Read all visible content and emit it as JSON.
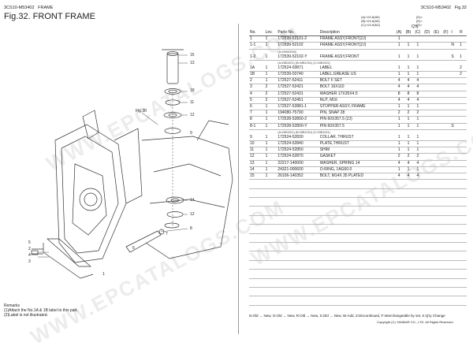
{
  "header": {
    "model": "3CS10-M53402",
    "section": "FRAME",
    "figure": "Fig.32.  FRONT FRAME",
    "right_model": "3CS10-M53402",
    "right_fig": "Fig.32"
  },
  "variant_codes": [
    "(A)=V4-6(A5)",
    "(B)=V4-6(A5)",
    "(C)=V4-6(N2)"
  ],
  "variant_codes2": [
    "(D)=",
    "(E)=",
    "(F)="
  ],
  "table": {
    "headers": {
      "no": "No.",
      "lev": "Lev.",
      "pn": "Parts No.",
      "desc": "Description",
      "qty": "Q'ty",
      "i": "I",
      "r": "R"
    },
    "qty_cols": [
      "(A)",
      "(B)",
      "(C)",
      "(D)",
      "(E)",
      "(F)"
    ],
    "rows": [
      {
        "no": "1",
        "lev": "1",
        "pn": "172539-52101-2",
        "desc": "FRAME ASSY,FRONT(2J)",
        "q": [
          "1",
          "",
          "",
          "",
          "",
          ""
        ],
        "i": "",
        "r": ""
      },
      {
        "no": "1-1",
        "lev": "1",
        "pn": "172539-52102",
        "desc": "FRAME ASSY,FRONT(2J)",
        "q": [
          "1",
          "1",
          "1",
          "",
          "",
          ""
        ],
        "i": "N",
        "r": "1"
      },
      {
        "sub": "(A>MH60000)"
      },
      {
        "no": "1-2",
        "lev": "1",
        "pn": "172539-52102-Y",
        "desc": "FRAME ASSY,FRONT",
        "q": [
          "1",
          "1",
          "1",
          "",
          "",
          ""
        ],
        "i": "S",
        "r": "1"
      },
      {
        "sub": "(A>MB1001)            (B>MB1001)            (C>MB1001)"
      },
      {
        "no": "1A",
        "lev": "1",
        "pn": "172524-03871",
        "desc": "LABEL",
        "q": [
          "1",
          "1",
          "1",
          "",
          "",
          ""
        ],
        "i": "",
        "r": "2"
      },
      {
        "no": "1B",
        "lev": "1",
        "pn": "172539-03740",
        "desc": "LABEL,GREASE US",
        "q": [
          "1",
          "1",
          "1",
          "",
          "",
          ""
        ],
        "i": "",
        "r": "2"
      },
      {
        "no": "2",
        "lev": "1",
        "pn": "172527-52411",
        "desc": "BOLT F SET",
        "q": [
          "4",
          "4",
          "4",
          "",
          "",
          ""
        ],
        "i": "",
        "r": ""
      },
      {
        "no": "3",
        "lev": "2",
        "pn": "172527-52421",
        "desc": "BOLT 16X110",
        "q": [
          "4",
          "4",
          "4",
          "",
          "",
          ""
        ],
        "i": "",
        "r": ""
      },
      {
        "no": "4",
        "lev": "2",
        "pn": "172527-52431",
        "desc": "WASHER 17X35X4.5",
        "q": [
          "8",
          "8",
          "8",
          "",
          "",
          ""
        ],
        "i": "",
        "r": ""
      },
      {
        "no": "5",
        "lev": "2",
        "pn": "172527-52451",
        "desc": "NUT, M16",
        "q": [
          "4",
          "4",
          "4",
          "",
          "",
          ""
        ],
        "i": "",
        "r": ""
      },
      {
        "no": "6",
        "lev": "1",
        "pn": "172527-52881-1",
        "desc": "STOPPER ASSY, FRAME",
        "q": [
          "1",
          "1",
          "1",
          "",
          "",
          ""
        ],
        "i": "",
        "r": ""
      },
      {
        "no": "7",
        "lev": "1",
        "pn": "194080-75790",
        "desc": "PIN, SNAP 28",
        "q": [
          "2",
          "2",
          "2",
          "",
          "",
          ""
        ],
        "i": "",
        "r": ""
      },
      {
        "no": "8",
        "lev": "1",
        "pn": "172528-52800-2",
        "desc": "PIN 60X357.5    (2J)",
        "q": [
          "1",
          "1",
          "1",
          "",
          "",
          ""
        ],
        "i": "",
        "r": ""
      },
      {
        "no": "8-1",
        "lev": "1",
        "pn": "172528-52800-Y",
        "desc": "PIN 60X357.5",
        "q": [
          "1",
          "1",
          "1",
          "",
          "",
          ""
        ],
        "i": "S",
        "r": ""
      },
      {
        "sub": "(A>MB1001)            (B>MB1001)            (C>MB1001)"
      },
      {
        "no": "9",
        "lev": "1",
        "pn": "172524-52830",
        "desc": "COLLAR, THRUST",
        "q": [
          "1",
          "1",
          "1",
          "",
          "",
          ""
        ],
        "i": "",
        "r": ""
      },
      {
        "no": "10",
        "lev": "1",
        "pn": "172524-52840",
        "desc": "PLATE,THRUST",
        "q": [
          "1",
          "1",
          "1",
          "",
          "",
          ""
        ],
        "i": "",
        "r": ""
      },
      {
        "no": "11",
        "lev": "1",
        "pn": "172524-52850",
        "desc": "SHIM",
        "q": [
          "1",
          "1",
          "1",
          "",
          "",
          ""
        ],
        "i": "",
        "r": ""
      },
      {
        "no": "12",
        "lev": "1",
        "pn": "172524-52870",
        "desc": "GASKET",
        "q": [
          "2",
          "2",
          "2",
          "",
          "",
          ""
        ],
        "i": "",
        "r": ""
      },
      {
        "no": "13",
        "lev": "1",
        "pn": "22217-140000",
        "desc": "WASHER, SPRING 14",
        "q": [
          "4",
          "4",
          "4",
          "",
          "",
          ""
        ],
        "i": "",
        "r": ""
      },
      {
        "no": "14",
        "lev": "1",
        "pn": "24321-000600",
        "desc": "O-RING, 1AG60.0",
        "q": [
          "1",
          "1",
          "1",
          "",
          "",
          ""
        ],
        "i": "",
        "r": ""
      },
      {
        "no": "15",
        "lev": "1",
        "pn": "26106-140352",
        "desc": "BOLT, M14X 35 PLATED",
        "q": [
          "4",
          "4",
          "4",
          "",
          "",
          ""
        ],
        "i": "",
        "r": ""
      }
    ],
    "empty_rows": 14
  },
  "remarks": {
    "title": "Remarks",
    "lines": [
      "(1)Attach the No.1A & 1B label to this part.",
      "(2)Label is not illustrated."
    ]
  },
  "legend": "N:Old → New, O:Old → New, R:Old → New, S:Old → New, W:Add, Z:Discontinued, F:Interchangeable by set, K:Q'ty Change",
  "copyright": "Copyright (C)  YANMAR CO., LTD. All Rights Reserved.",
  "callouts": {
    "c15": "15",
    "c13": "13",
    "fig": "Fig.30",
    "c10": "10",
    "c11": "11",
    "c12": "12",
    "c9": "9",
    "c14": "14",
    "c7": "7",
    "c8": "8",
    "c2": "2",
    "c3": "3",
    "c4": "4",
    "c5": "5",
    "c1": "1",
    "c6": "6"
  },
  "watermark": [
    "WWW.EPCATALOGS.COM",
    "WWW.EPCATALOGS.COM",
    "WWW.EPCATALOGS.COM"
  ]
}
